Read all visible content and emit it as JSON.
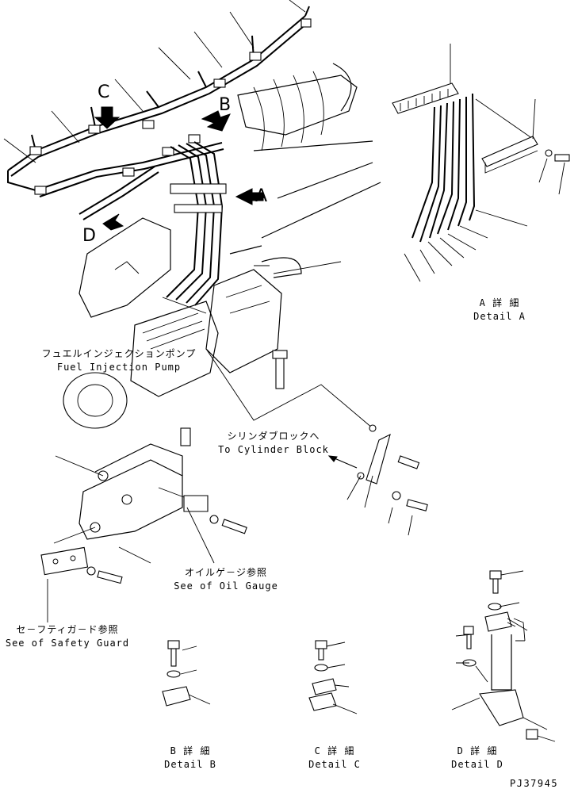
{
  "callouts": {
    "a": "A",
    "b": "B",
    "c": "C",
    "d": "D"
  },
  "labels": {
    "pump_jp": "フュエルインジェクションポンプ",
    "pump_en": "Fuel Injection Pump",
    "block_jp": "シリンダブロックへ",
    "block_en": "To Cylinder Block",
    "oil_jp": "オイルゲ－ジ参照",
    "oil_en": "See of Oil Gauge",
    "safety_jp": "セ－フティガ－ド参照",
    "safety_en": "See of Safety Guard"
  },
  "details": {
    "a_jp": "A 詳 細",
    "a_en": "Detail A",
    "b_jp": "B 詳 細",
    "b_en": "Detail B",
    "c_jp": "C 詳 細",
    "c_en": "Detail C",
    "d_jp": "D 詳 細",
    "d_en": "Detail D"
  },
  "drawing_number": "PJ37945"
}
